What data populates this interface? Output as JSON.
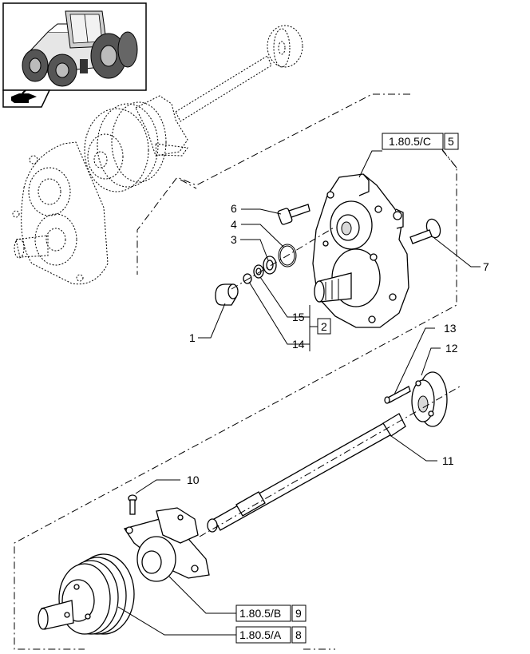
{
  "callouts": {
    "c1": "1",
    "c2": "2",
    "c3": "3",
    "c4": "4",
    "c5": "5",
    "c6": "6",
    "c7": "7",
    "c8": "8",
    "c9": "9",
    "c10": "10",
    "c11": "11",
    "c12": "12",
    "c13": "13",
    "c14": "14",
    "c15": "15"
  },
  "refs": {
    "gearbox_ref": "1.80.5/C",
    "gearbox_box": "5",
    "support_ref": "1.80.5/B",
    "support_box": "9",
    "clutch_ref": "1.80.5/A",
    "clutch_box": "8"
  },
  "icons": {
    "thumbnail": "tractor-thumbnail-icon",
    "navigation": "hand-pointer-icon"
  }
}
